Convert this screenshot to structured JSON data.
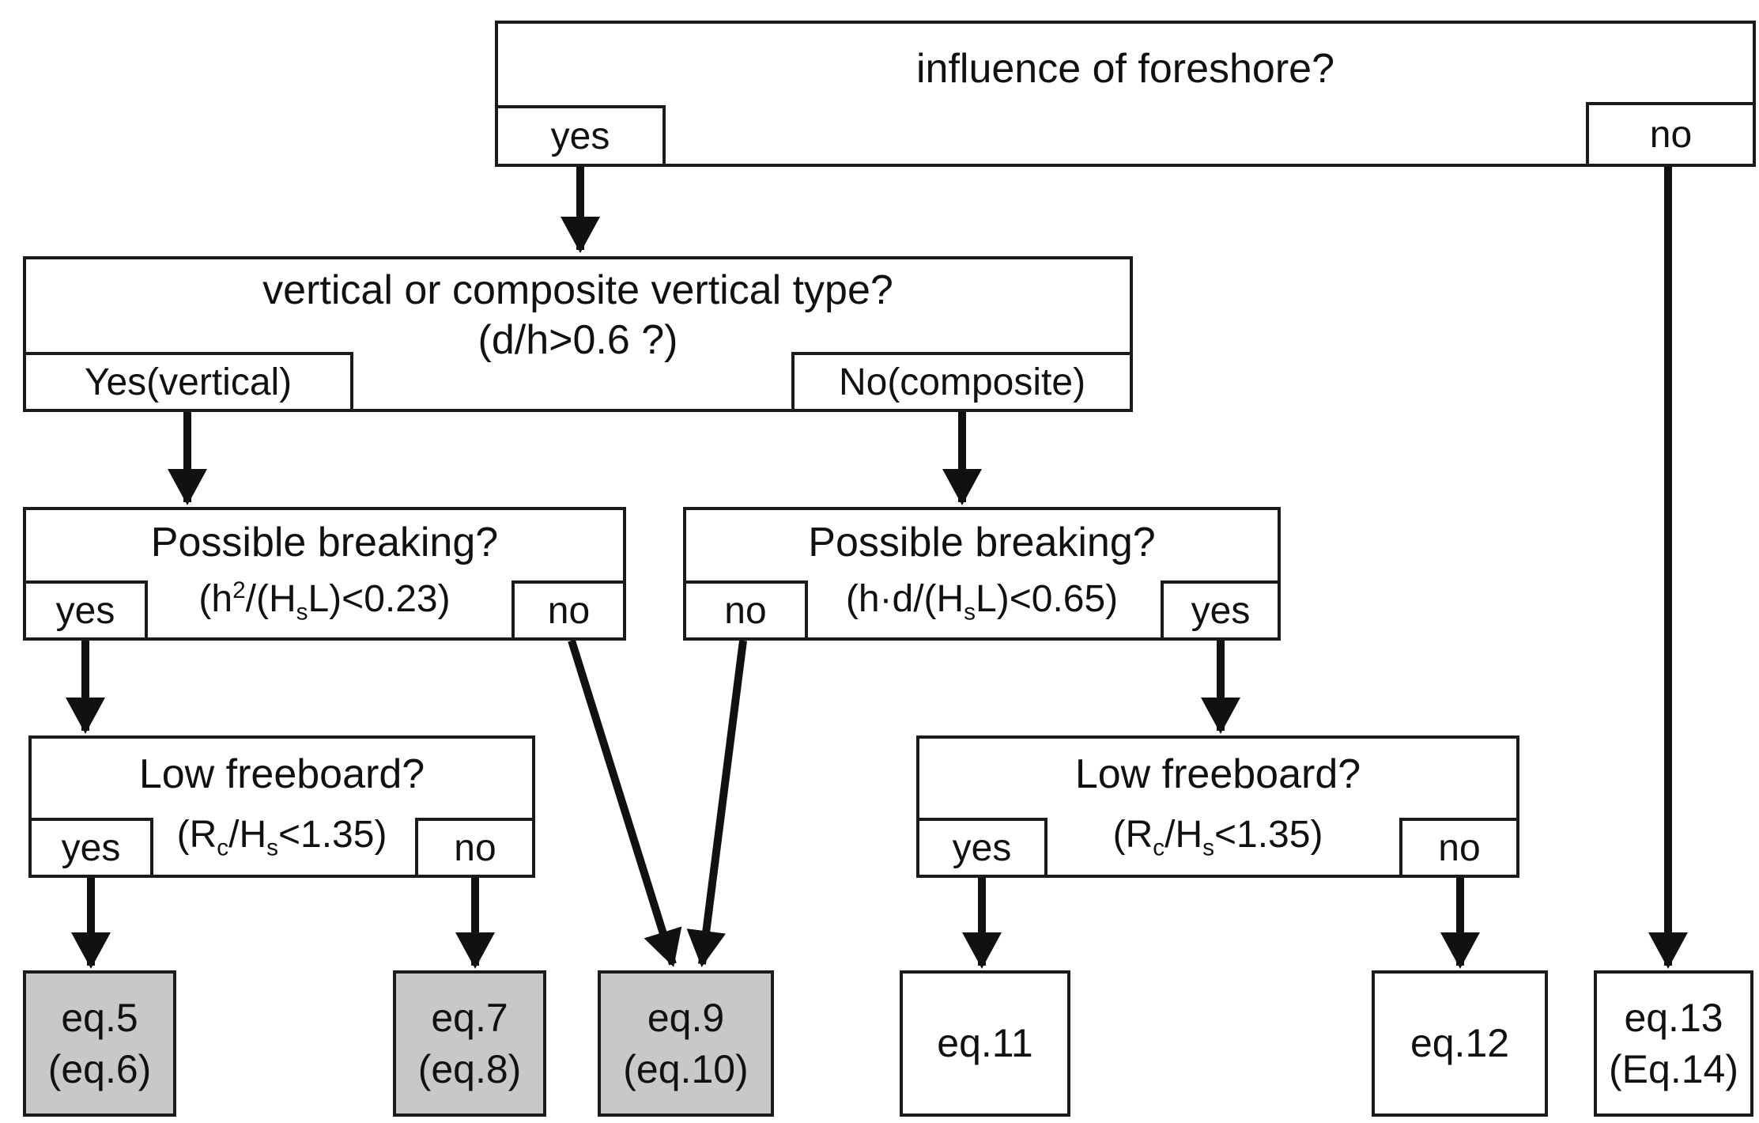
{
  "colors": {
    "border": "#1b1b1b",
    "result_highlight": "#c8c8c8"
  },
  "nodes": {
    "foreshore": {
      "title": "influence of foreshore?",
      "yes_label": "yes",
      "no_label": "no"
    },
    "wall_type": {
      "title": "vertical or composite vertical type?",
      "subtitle": "(d/h>0.6 ?)",
      "yes_label": "Yes(vertical)",
      "no_label": "No(composite)"
    },
    "breaking_vertical": {
      "title": "Possible breaking?",
      "yes_label": "yes",
      "no_label": "no",
      "formula": [
        {
          "t": "(h"
        },
        {
          "sup": "2"
        },
        {
          "t": "/(H"
        },
        {
          "sub": "s"
        },
        {
          "t": "L)<0.23)"
        }
      ]
    },
    "breaking_composite": {
      "title": "Possible breaking?",
      "yes_label": "yes",
      "no_label": "no",
      "formula": [
        {
          "t": "(h·d/(H"
        },
        {
          "sub": "s"
        },
        {
          "t": "L)<0.65)"
        }
      ]
    },
    "freeboard_vertical": {
      "title": "Low freeboard?",
      "yes_label": "yes",
      "no_label": "no",
      "formula": [
        {
          "t": "(R"
        },
        {
          "sub": "c"
        },
        {
          "t": "/H"
        },
        {
          "sub": "s"
        },
        {
          "t": "<1.35)"
        }
      ]
    },
    "freeboard_composite": {
      "title": "Low freeboard?",
      "yes_label": "yes",
      "no_label": "no",
      "formula": [
        {
          "t": "(R"
        },
        {
          "sub": "c"
        },
        {
          "t": "/H"
        },
        {
          "sub": "s"
        },
        {
          "t": "<1.35)"
        }
      ]
    }
  },
  "results": {
    "eq5": {
      "line1": "eq.5",
      "line2": "(eq.6)",
      "highlighted": true
    },
    "eq7": {
      "line1": "eq.7",
      "line2": "(eq.8)",
      "highlighted": true
    },
    "eq9": {
      "line1": "eq.9",
      "line2": "(eq.10)",
      "highlighted": true
    },
    "eq11": {
      "line1": "eq.11",
      "line2": "",
      "highlighted": false
    },
    "eq12": {
      "line1": "eq.12",
      "line2": "",
      "highlighted": false
    },
    "eq13": {
      "line1": "eq.13",
      "line2": "(Eq.14)",
      "highlighted": false
    }
  }
}
